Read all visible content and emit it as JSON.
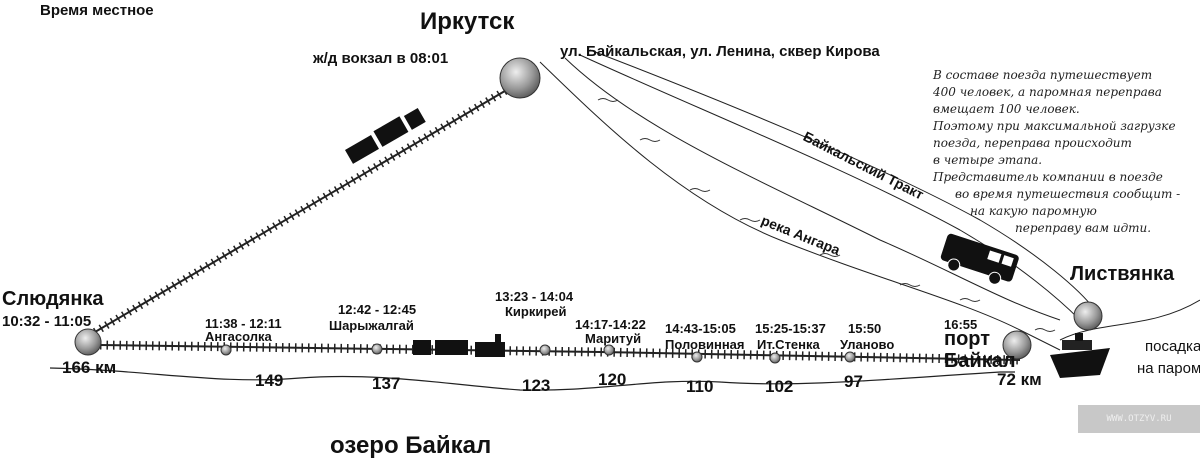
{
  "header": {
    "local_time_note": "Время местное"
  },
  "irkutsk": {
    "name": "Иркутск",
    "station": "ж/д вокзал в 08:01",
    "streets": "ул. Байкальская, ул. Ленина, сквер Кирова"
  },
  "slyudyanka": {
    "name": "Слюдянка",
    "time": "10:32 - 11:05",
    "km": "166 км"
  },
  "stations": [
    {
      "time": "11:38 - 12:11",
      "name": "Ангасолка",
      "km": "149"
    },
    {
      "time": "12:42 - 12:45",
      "name": "Шарыжалгай",
      "km": "137"
    },
    {
      "time": "13:23 - 14:04",
      "name": "Киркирей",
      "km": "123"
    },
    {
      "time": "14:17-14:22",
      "name": "Маритуй",
      "km": "120"
    },
    {
      "time": "14:43-15:05",
      "name": "Половинная",
      "km": "110"
    },
    {
      "time": "15:25-15:37",
      "name": "Ит.Стенка",
      "km": "102"
    },
    {
      "time": "15:50",
      "name": "Уланово",
      "km": "97"
    }
  ],
  "port_baikal": {
    "time": "16:55",
    "name_line1": "порт",
    "name_line2": "Байкал",
    "km": "72 км"
  },
  "listvyanka": {
    "name": "Листвянка"
  },
  "road_label": "Байкальский Тракт",
  "river_label": "река Ангара",
  "lake_label": "озеро Байкал",
  "ferry_label": [
    "посадка",
    "на паром"
  ],
  "note_lines": [
    "В составе поезда путешествует",
    "400 человек, а паромная переправа",
    "вмещает 100 человек.",
    "Поэтому при максимальной загрузке",
    "поезда, переправа происходит",
    "в четыре этапа.",
    "Представитель компании в поезде",
    "во время путешествия сообщит -",
    "на какую паромную",
    "переправу вам идти."
  ],
  "watermark": "WWW.OTZYV.RU"
}
